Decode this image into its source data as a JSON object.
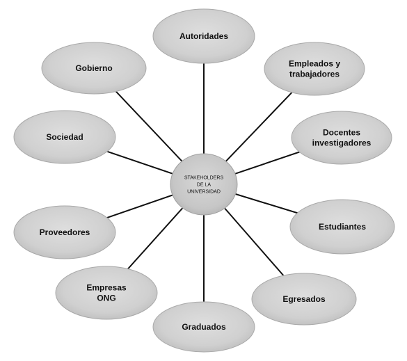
{
  "diagram": {
    "center": {
      "lines": [
        "STAKEHOLDERS",
        "DE LA",
        "UNIVERSIDAD"
      ]
    },
    "nodes": [
      {
        "id": "autoridades",
        "lines": [
          "Autoridades"
        ]
      },
      {
        "id": "empleados-trabajadores",
        "lines": [
          "Empleados y",
          "trabajadores"
        ]
      },
      {
        "id": "docentes-investigadores",
        "lines": [
          "Docentes",
          "investigadores"
        ]
      },
      {
        "id": "estudiantes",
        "lines": [
          "Estudiantes"
        ]
      },
      {
        "id": "egresados",
        "lines": [
          "Egresados"
        ]
      },
      {
        "id": "graduados",
        "lines": [
          "Graduados"
        ]
      },
      {
        "id": "empresas-ong",
        "lines": [
          "Empresas",
          "ONG"
        ]
      },
      {
        "id": "proveedores",
        "lines": [
          "Proveedores"
        ]
      },
      {
        "id": "sociedad",
        "lines": [
          "Sociedad"
        ]
      },
      {
        "id": "gobierno",
        "lines": [
          "Gobierno"
        ]
      }
    ]
  }
}
